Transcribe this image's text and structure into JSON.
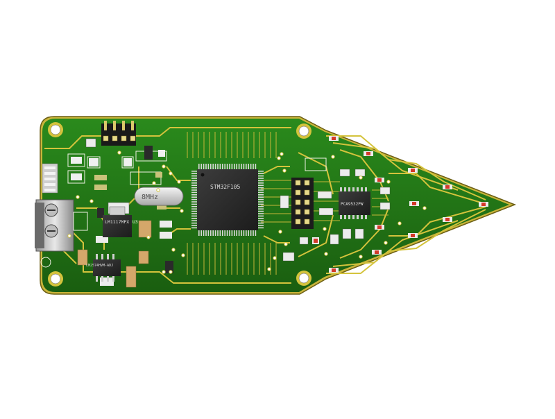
{
  "board": {
    "mcu_label": "STM32F105",
    "crystal_label": "8MHz",
    "ldo_label": "LM1117MPX",
    "ldo_ref": "U3",
    "driver_label": "PCA9532PW",
    "regulator_label": "LM2574HVM-ADJ",
    "colors": {
      "background": "#ffffff",
      "pcb": "#1f6f14",
      "trace": "#d4c33c",
      "silkscreen": "#f2f2e6",
      "chip": "#2a2a2a",
      "led": "#d33a2a",
      "pad": "#c9c27a"
    }
  }
}
